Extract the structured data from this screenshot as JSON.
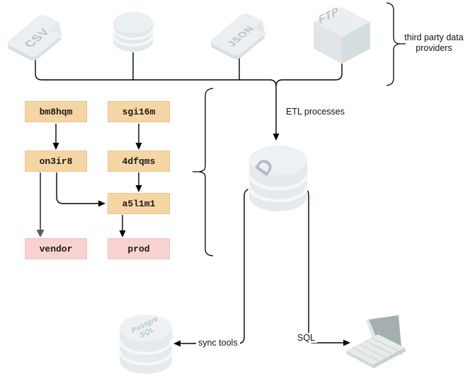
{
  "diagram_type": "data-pipeline-architecture",
  "icons": {
    "csv": "CSV",
    "json": "JSON",
    "ftp": "FTP",
    "warehouse_logo": "D",
    "postgres_line1": "Postgre",
    "postgres_line2": "SQL"
  },
  "labels": {
    "providers_line1": "third party data",
    "providers_line2": "providers",
    "etl": "ETL processes",
    "sync": "sync tools",
    "sql": "SQL"
  },
  "nodes": [
    {
      "label": "bm8hqm",
      "type": "model"
    },
    {
      "label": "sgi16m",
      "type": "model"
    },
    {
      "label": "on3ir8",
      "type": "model"
    },
    {
      "label": "4dfqms",
      "type": "model"
    },
    {
      "label": "a5l1m1",
      "type": "model"
    },
    {
      "label": "vendor",
      "type": "output"
    },
    {
      "label": "prod",
      "type": "output"
    }
  ],
  "colors": {
    "model_fill": "#f6d5a5",
    "model_border": "#e9c48e",
    "output_fill": "#f8d2d0",
    "output_border": "#f2c2c0",
    "connector": "#000000",
    "connector_gray": "#5c5c5c",
    "icon_fill": "#e9edf0",
    "icon_shade": "#d8dfe3",
    "icon_text": "#b6c0c7",
    "background": "#ffffff"
  }
}
